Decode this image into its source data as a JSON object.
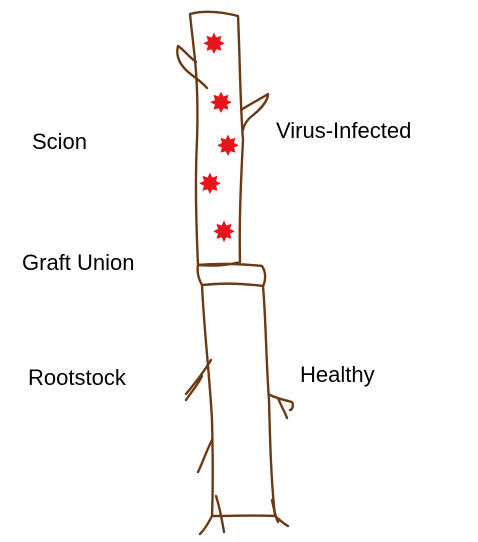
{
  "diagram": {
    "labels": {
      "scion": "Scion",
      "virus_infected": "Virus-Infected",
      "graft_union": "Graft Union",
      "rootstock": "Rootstock",
      "healthy": "Healthy"
    },
    "colors": {
      "stem_outline": "#6b3a14",
      "infection_marker": "#e8141c",
      "text": "#000000",
      "background": "#ffffff"
    },
    "infection_marker_count": 5
  }
}
